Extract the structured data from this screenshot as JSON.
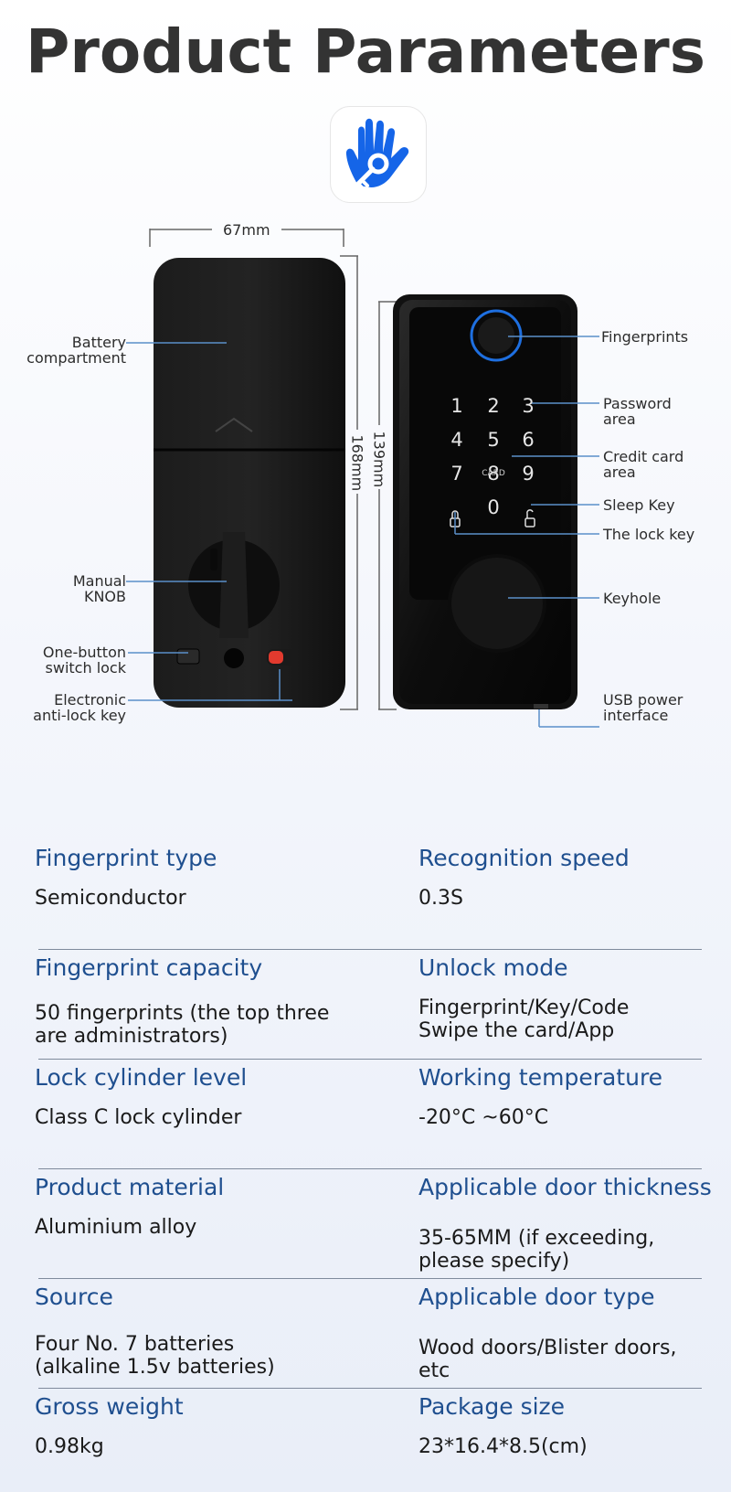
{
  "page_title": "Product Parameters",
  "app_icon": "hand-key-icon",
  "colors": {
    "accent_blue": "#1f4f8f",
    "icon_blue": "#1565e8",
    "lock_body": "#141414",
    "callout_line": "#5a8fc9"
  },
  "diagram": {
    "width_label": "67mm",
    "height_label_outer": "168mm",
    "height_label_inner": "139mm",
    "keypad_keys": [
      "1",
      "2",
      "3",
      "4",
      "5",
      "6",
      "7",
      "8",
      "9",
      "0"
    ],
    "card_label": "CARD",
    "left_labels": {
      "battery": "Battery\ncompartment",
      "knob": "Manual\nKNOB",
      "switch_lock": "One-button\nswitch lock",
      "anti_lock": "Electronic\nanti-lock key"
    },
    "right_labels": {
      "fingerprints": "Fingerprints",
      "password": "Password\narea",
      "credit_card": "Credit card\narea",
      "sleep_key": "Sleep Key",
      "lock_key": "The lock key",
      "keyhole": "Keyhole",
      "usb": "USB power\ninterface"
    }
  },
  "specs": [
    {
      "label": "Fingerprint type",
      "value": "Semiconductor"
    },
    {
      "label": "Recognition speed",
      "value": "0.3S"
    },
    {
      "label": "Fingerprint capacity",
      "value": "50 fingerprints (the top three\nare administrators)"
    },
    {
      "label": "Unlock mode",
      "value": "Fingerprint/Key/Code\nSwipe the card/App"
    },
    {
      "label": "Lock cylinder level",
      "value": "Class C lock cylinder"
    },
    {
      "label": "Working temperature",
      "value": "-20°C ~60°C"
    },
    {
      "label": "Product material",
      "value": "Aluminium alloy"
    },
    {
      "label": "Applicable door thickness",
      "value": "35-65MM (if exceeding,\nplease specify)"
    },
    {
      "label": "Source",
      "value": "Four No. 7 batteries\n(alkaline 1.5v batteries)"
    },
    {
      "label": "Applicable door type",
      "value": "Wood doors/Blister doors,\netc"
    },
    {
      "label": "Gross weight",
      "value": "0.98kg"
    },
    {
      "label": "Package size",
      "value": "23*16.4*8.5(cm)"
    }
  ]
}
